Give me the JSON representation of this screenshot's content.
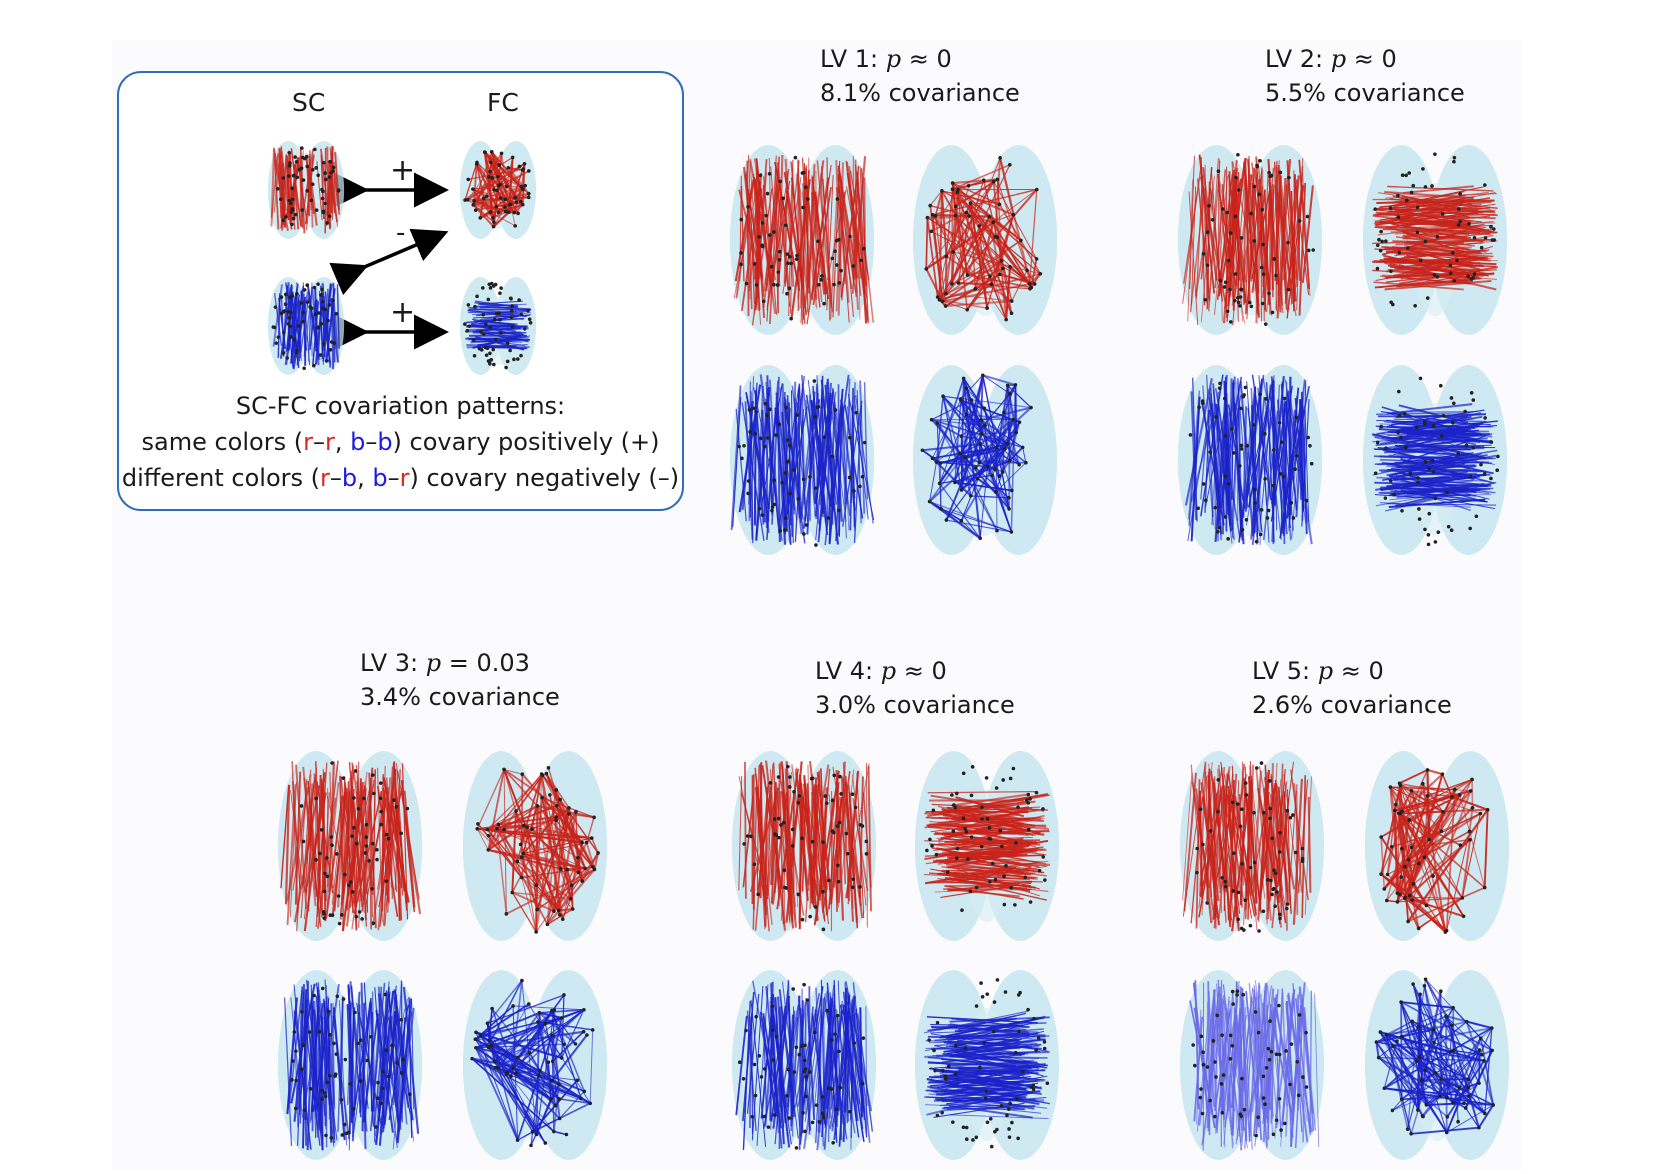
{
  "legend": {
    "sc_label": "SC",
    "fc_label": "FC",
    "plus_top": "+",
    "minus": "-",
    "plus_bottom": "+",
    "caption_title": "SC-FC covariation patterns:",
    "line2": {
      "pre": "same colors (",
      "r1": "r",
      "d1": "–",
      "r2": "r",
      "c1": ", ",
      "b1": "b",
      "d2": "–",
      "b2": "b",
      "post": ") covary positively (+)"
    },
    "line3": {
      "pre": "different colors (",
      "r1": "r",
      "d1": "–",
      "b1": "b",
      "c1": ", ",
      "b2": "b",
      "d2": "–",
      "r2": "r",
      "post": ") covary negatively (–)"
    }
  },
  "panels": [
    {
      "lv": "LV 1: ",
      "p_sym": "p",
      "rel": " ≈ 0",
      "cov": "8.1% covariance"
    },
    {
      "lv": "LV 2: ",
      "p_sym": "p",
      "rel": " ≈ 0",
      "cov": "5.5% covariance"
    },
    {
      "lv": "LV 3: ",
      "p_sym": "p",
      "rel": " = 0.03",
      "cov": "3.4% covariance"
    },
    {
      "lv": "LV 4: ",
      "p_sym": "p",
      "rel": " ≈ 0",
      "cov": "3.0% covariance"
    },
    {
      "lv": "LV 5: ",
      "p_sym": "p",
      "rel": " ≈ 0",
      "cov": "2.6% covariance"
    }
  ],
  "colors": {
    "red_edge": "#c8231a",
    "blue_edge": "#1a22c8",
    "light_blue_edge": "#6a6ae6",
    "brain_fill": "#bfe3ec",
    "node": "#222222",
    "frame": "#2f6fb8"
  }
}
